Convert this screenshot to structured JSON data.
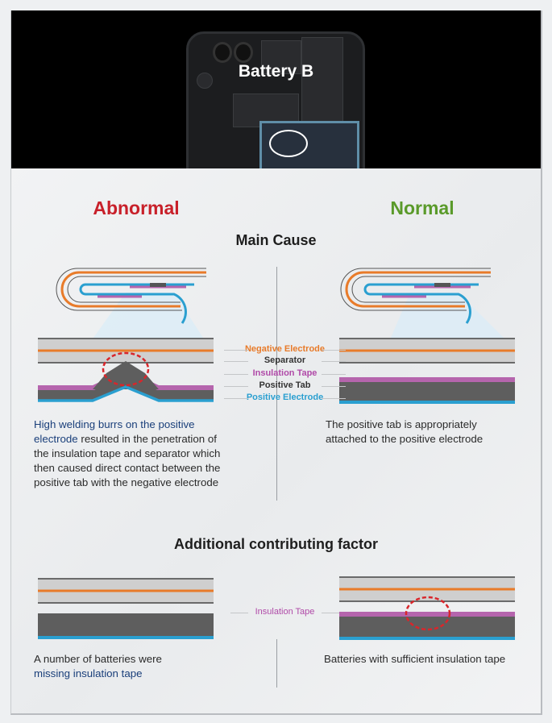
{
  "hero": {
    "title": "Battery B"
  },
  "columns": {
    "left_title": "Abnormal",
    "right_title": "Normal",
    "left_color": "#c8202a",
    "right_color": "#5a9a2a"
  },
  "main_cause": {
    "title": "Main Cause",
    "labels": [
      {
        "text": "Negative Electrode",
        "color": "#e87b2a"
      },
      {
        "text": "Separator",
        "color": "#333333"
      },
      {
        "text": "Insulation Tape",
        "color": "#b04aa8"
      },
      {
        "text": "Positive Tab",
        "color": "#333333"
      },
      {
        "text": "Positive Electrode",
        "color": "#2a9fd0"
      }
    ],
    "left_text_highlight": "High welding burrs on the positive electrode",
    "left_text_rest": " resulted in the penetration of the insulation tape and separator which then caused direct contact between the positive tab with the negative electrode",
    "right_text": "The positive tab is appropriately attached to the positive electrode"
  },
  "additional": {
    "title": "Additional contributing factor",
    "label": "Insulation Tape",
    "label_color": "#b04aa8",
    "left_text_plain": "A number of batteries were",
    "left_text_highlight": "missing insulation tape",
    "right_text": "Batteries with sufficient insulation tape"
  },
  "colors": {
    "negative_electrode": "#e87b2a",
    "separator": "#444444",
    "insulation_tape": "#b565ad",
    "positive_tab": "#5e5e5e",
    "positive_electrode": "#2a9fd0",
    "layer_fill": "#cfcfcf",
    "highlight_ring": "#d9262b"
  }
}
